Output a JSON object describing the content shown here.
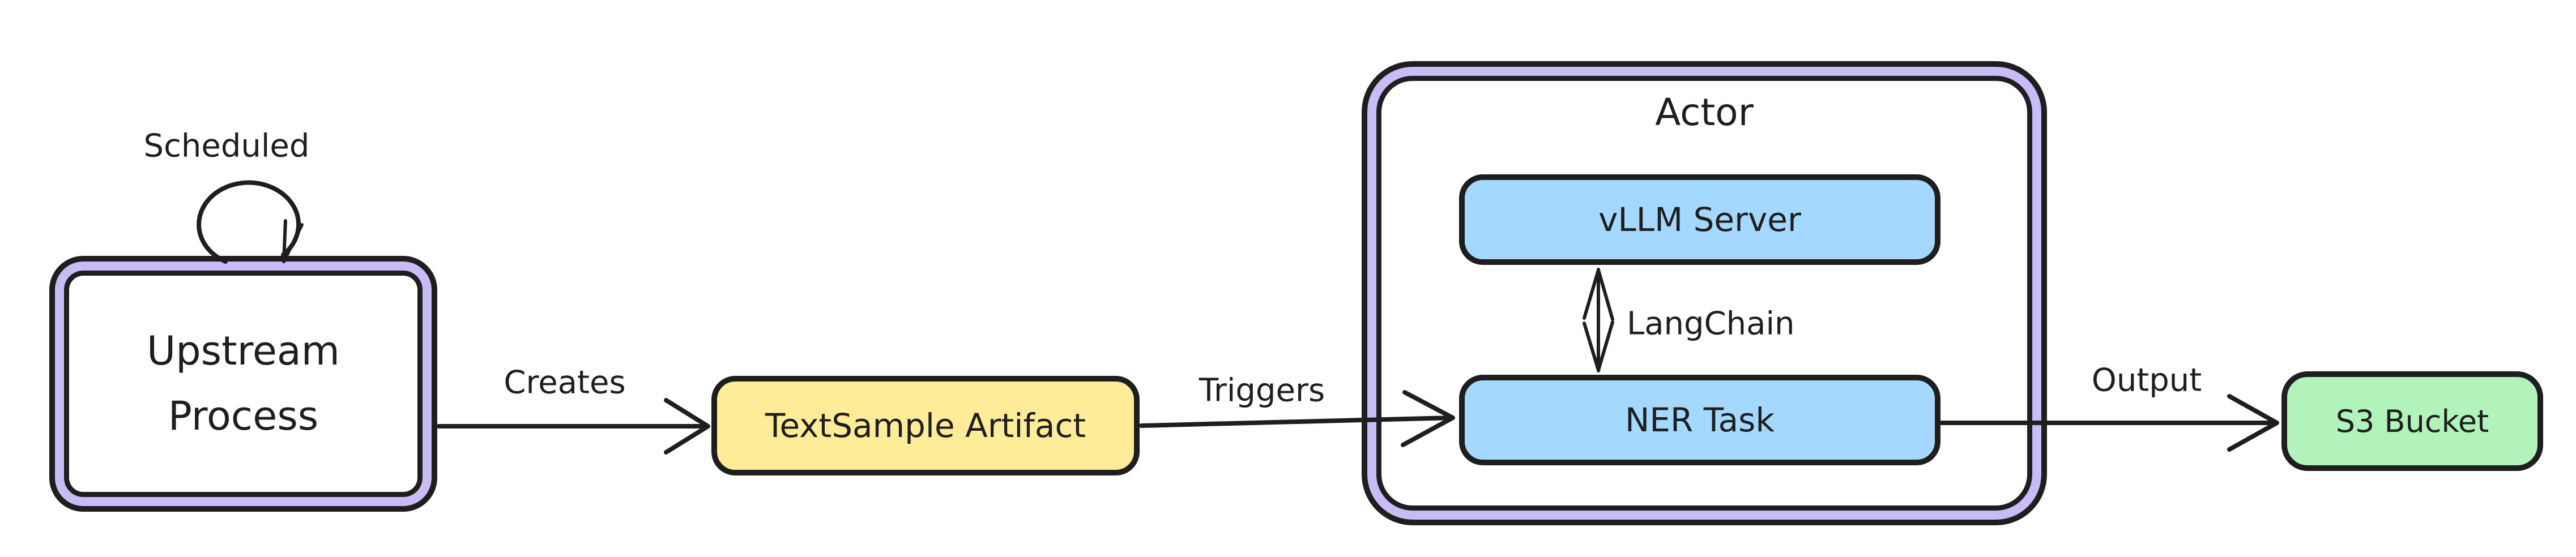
{
  "diagram": {
    "background_color": "#ffffff",
    "stroke_color": "#1e1e1e",
    "accent_purple": "#c9bbf6",
    "nodes": {
      "upstream": {
        "label": "Upstream Process",
        "fill": "#ffffff",
        "border_style": "double-purple"
      },
      "artifact": {
        "label": "TextSample Artifact",
        "fill": "#ffec99"
      },
      "actor": {
        "title": "Actor",
        "fill": "#ffffff",
        "border_style": "double-purple"
      },
      "vllm": {
        "label": "vLLM Server",
        "fill": "#a5d8ff"
      },
      "ner": {
        "label": "NER Task",
        "fill": "#a5d8ff"
      },
      "s3": {
        "label": "S3 Bucket",
        "fill": "#b2f2bb"
      }
    },
    "edges": {
      "scheduled": {
        "label": "Scheduled",
        "type": "self-loop",
        "from": "upstream",
        "to": "upstream"
      },
      "creates": {
        "label": "Creates",
        "type": "arrow",
        "from": "upstream",
        "to": "artifact"
      },
      "triggers": {
        "label": "Triggers",
        "type": "arrow",
        "from": "artifact",
        "to": "ner"
      },
      "langchain": {
        "label": "LangChain",
        "type": "double-arrow",
        "from": "vllm",
        "to": "ner"
      },
      "output": {
        "label": "Output",
        "type": "arrow",
        "from": "ner",
        "to": "s3"
      }
    }
  }
}
